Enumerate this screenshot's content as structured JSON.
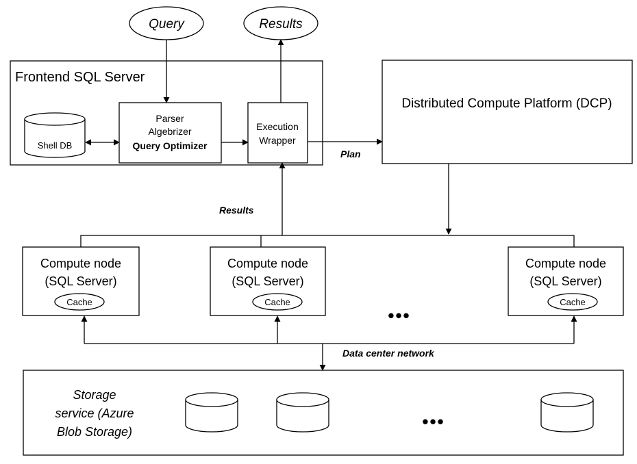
{
  "nodes": {
    "query": "Query",
    "results_top": "Results",
    "frontend_title": "Frontend SQL Server",
    "shell_db": "Shell DB",
    "parser": "Parser",
    "algebrizer": "Algebrizer",
    "query_optimizer": "Query Optimizer",
    "execution": "Execution",
    "wrapper": "Wrapper",
    "dcp": "Distributed Compute Platform (DCP)",
    "compute_node_line1": "Compute node",
    "compute_node_line2": "(SQL Server)",
    "cache": "Cache",
    "ellipsis": "•••",
    "storage_line1": "Storage",
    "storage_line2": "service (Azure",
    "storage_line3": "Blob Storage)"
  },
  "edge_labels": {
    "plan": "Plan",
    "results_mid": "Results",
    "data_center_network": "Data center network"
  }
}
